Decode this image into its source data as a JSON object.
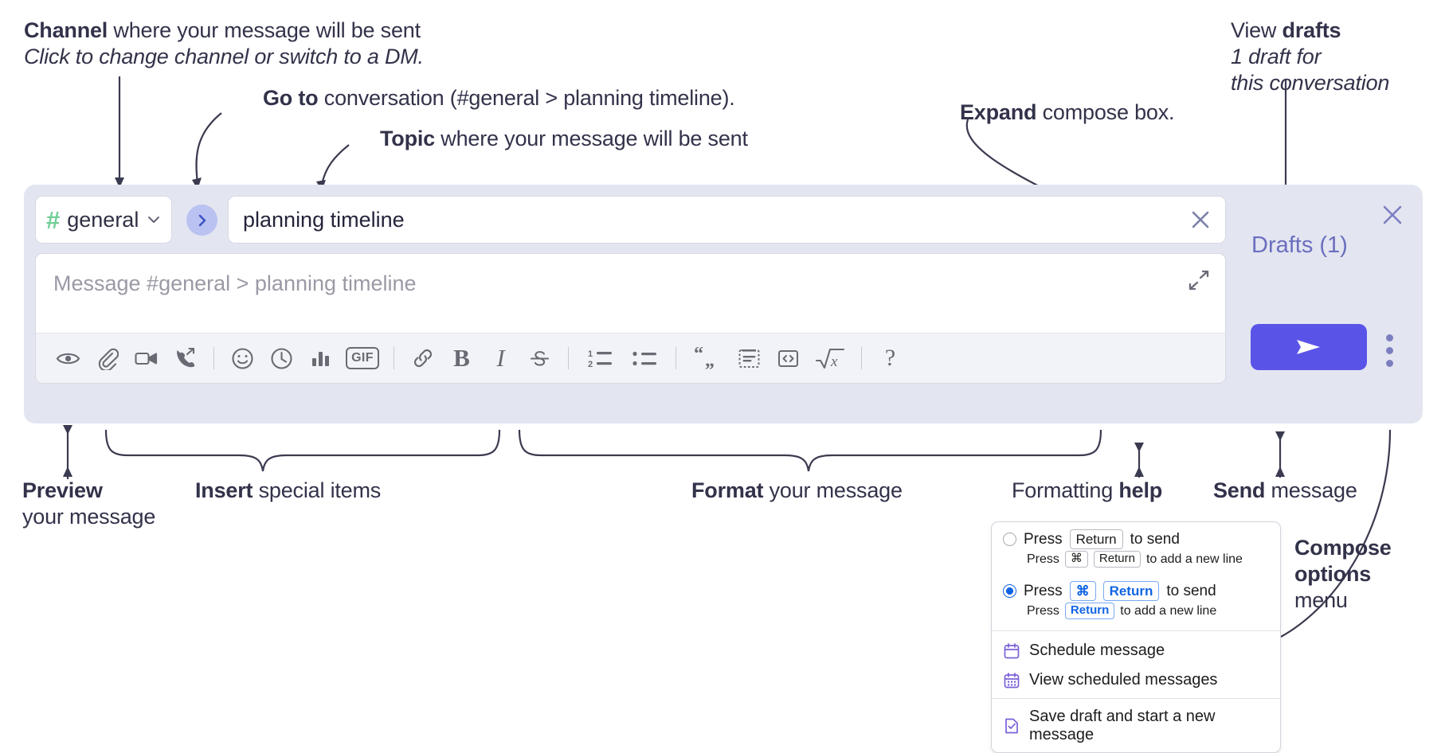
{
  "annotations": {
    "channel": {
      "bold": "Channel",
      "rest": " where your message will be sent",
      "italic": "Click to change channel or switch to a DM."
    },
    "goto": {
      "bold": "Go to",
      "rest": " conversation (#general > planning timeline)."
    },
    "topic": {
      "bold": "Topic",
      "rest": " where your message will be sent"
    },
    "expand": {
      "bold": "Expand",
      "rest": " compose box."
    },
    "drafts": {
      "pre": "View ",
      "bold": "drafts",
      "italic1": "1 draft for",
      "italic2": "this conversation"
    },
    "preview": {
      "bold": "Preview",
      "rest": "your message"
    },
    "insert": {
      "bold": "Insert",
      "rest": " special items"
    },
    "format": {
      "bold": "Format",
      "rest": " your message"
    },
    "help": {
      "pre": "Formatting ",
      "bold": "help"
    },
    "send": {
      "bold": "Send",
      "rest": " message"
    },
    "compose_options": {
      "bold1": "Compose",
      "bold2": "options",
      "rest": "menu"
    }
  },
  "compose": {
    "channel": {
      "hash": "#",
      "name": "general",
      "chevron": "chevron-down-icon"
    },
    "goto_button_label": "go-to-conversation",
    "topic": {
      "value": "planning timeline",
      "clear_label": "clear-topic"
    },
    "message": {
      "placeholder": "Message #general > planning timeline",
      "value": ""
    },
    "drafts_label": "Drafts (1)",
    "send_label": "send-message",
    "close_label": "close-compose",
    "kebab_label": "compose-options",
    "toolbar": [
      {
        "name": "preview-icon",
        "label": "Preview"
      },
      {
        "name": "attachment-icon",
        "label": "Attach file"
      },
      {
        "name": "video-icon",
        "label": "Record video clip"
      },
      {
        "name": "huddle-icon",
        "label": "Start huddle"
      },
      {
        "name": "divider-1",
        "label": ""
      },
      {
        "name": "emoji-icon",
        "label": "Emoji"
      },
      {
        "name": "clock-icon",
        "label": "Schedule"
      },
      {
        "name": "poll-icon",
        "label": "Poll"
      },
      {
        "name": "gif-icon",
        "label": "GIF"
      },
      {
        "name": "divider-2",
        "label": ""
      },
      {
        "name": "link-icon",
        "label": "Link"
      },
      {
        "name": "bold-icon",
        "label": "B"
      },
      {
        "name": "italic-icon",
        "label": "I"
      },
      {
        "name": "strikethrough-icon",
        "label": "S"
      },
      {
        "name": "divider-3",
        "label": ""
      },
      {
        "name": "ordered-list-icon",
        "label": "Ordered list"
      },
      {
        "name": "bulleted-list-icon",
        "label": "Bulleted list"
      },
      {
        "name": "divider-4",
        "label": ""
      },
      {
        "name": "blockquote-icon",
        "label": "Blockquote"
      },
      {
        "name": "code-block-icon",
        "label": "Code block"
      },
      {
        "name": "code-icon",
        "label": "Code"
      },
      {
        "name": "math-icon",
        "label": "Math"
      },
      {
        "name": "divider-5",
        "label": ""
      },
      {
        "name": "help-icon",
        "label": "?"
      }
    ]
  },
  "menu": {
    "option1": {
      "selected": false,
      "line1_pre": "Press ",
      "line1_key": "Return",
      "line1_post": " to send",
      "line2_pre": "Press ",
      "line2_key1": "⌘",
      "line2_key2": "Return",
      "line2_post": " to add a new line"
    },
    "option2": {
      "selected": true,
      "line1_pre": "Press ",
      "line1_key1": "⌘",
      "line1_key2": "Return",
      "line1_post": " to send",
      "line2_pre": "Press ",
      "line2_key": "Return",
      "line2_post": " to add a new line"
    },
    "items": [
      {
        "icon": "calendar-icon",
        "label": "Schedule message"
      },
      {
        "icon": "calendar-grid-icon",
        "label": "View scheduled messages"
      },
      {
        "icon": "save-draft-icon",
        "label": "Save draft and start a new message"
      }
    ]
  },
  "colors": {
    "accent_purple": "#5a53e8",
    "drafts_purple": "#6b6fbe",
    "channel_green": "#6fcf97",
    "compose_bg": "#e3e5f1",
    "toolbar_bg": "#f2f3f8",
    "radio_blue": "#1264e3",
    "menu_icon_purple": "#7b61d8"
  }
}
